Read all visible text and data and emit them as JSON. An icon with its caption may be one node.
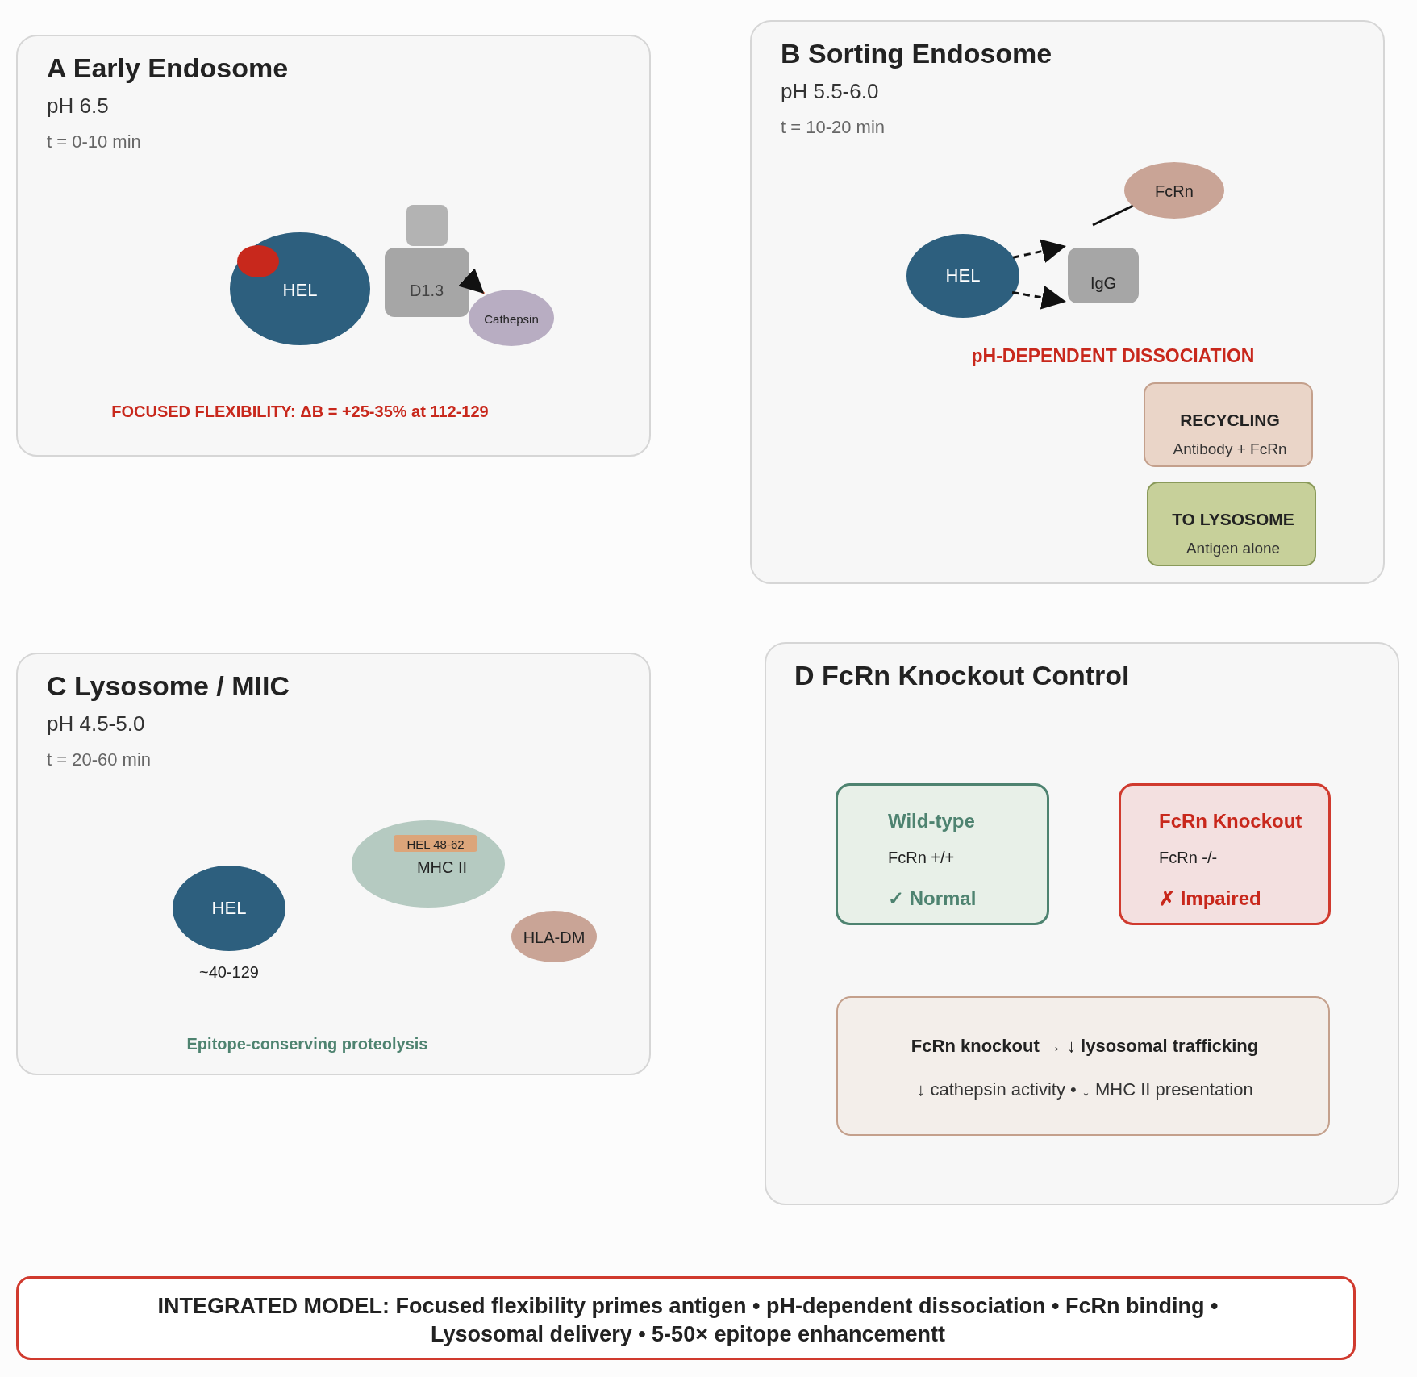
{
  "diagram": {
    "nodes": [
      {
        "text": [
          "A Early Endosome",
          "pH 6.5",
          "t = 0-10 min",
          "FOCUSED FLEXIBILITY: ΔB = +25-35% at 112-129"
        ]
      },
      {
        "text": [
          "HEL"
        ],
        "in": 0
      },
      {
        "text": [],
        "shape": "circle",
        "in": 1
      },
      {
        "text": [
          "D1.3"
        ],
        "in": 0
      },
      {
        "text": [
          "Cathepsin"
        ],
        "in": 0
      },
      {
        "text": [
          "B Sorting Endosome",
          "pH 5.5-6.0",
          "t = 10-20 min",
          "pH-DEPENDENT DISSOCIATION"
        ]
      },
      {
        "text": [
          "HEL"
        ],
        "in": 5
      },
      {
        "text": [
          "FcRn"
        ],
        "in": 5
      },
      {
        "text": [
          "IgG"
        ],
        "in": 5
      },
      {
        "text": [
          "RECYCLING",
          "Antibody + FcRn"
        ],
        "in": 5
      },
      {
        "text": [
          "TO LYSOSOME",
          "Antigen alone"
        ],
        "in": 5
      },
      {
        "text": [
          "C Lysosome / MIIC",
          "pH 4.5-5.0",
          "t = 20-60 min",
          "Epitope-conserving proteolysis"
        ]
      },
      {
        "text": [
          "HEL"
        ],
        "in": 11,
        "beside": [
          "~40-129"
        ]
      },
      {
        "text": [
          "MHC II"
        ],
        "in": 11
      },
      {
        "text": [
          "HEL 48-62"
        ],
        "in": 13
      },
      {
        "text": [
          "HLA-DM"
        ],
        "in": 11
      },
      {
        "text": [
          "D FcRn Knockout Control"
        ]
      },
      {
        "text": [
          "Wild-type",
          "FcRn +/+",
          "✓ Normal"
        ],
        "in": 16
      },
      {
        "text": [
          "FcRn Knockout",
          "FcRn -/-",
          "✗ Impaired"
        ],
        "in": 16
      },
      {
        "text": [
          "FcRn knockout → ↓ lysosomal trafficking",
          "↓ cathepsin activity • ↓ MHC II presentation"
        ],
        "in": 16
      },
      {
        "text": [
          "INTEGRATED MODEL: Focused flexibility primes antigen • pH-dependent dissociation • FcRn binding • Lysosomal delivery • 5-50× epitope enhancementt"
        ]
      }
    ],
    "edges": [
      {
        "from": 3,
        "to": 4,
        "arrow": "to",
        "color": "#e8704f"
      },
      {
        "from": 6,
        "to": 8,
        "arrow": "to",
        "style": "dashed"
      },
      {
        "from": 6,
        "to": 8,
        "arrow": "to",
        "style": "dashed"
      },
      {
        "from": 7,
        "to": null,
        "arrow": "none"
      }
    ]
  }
}
